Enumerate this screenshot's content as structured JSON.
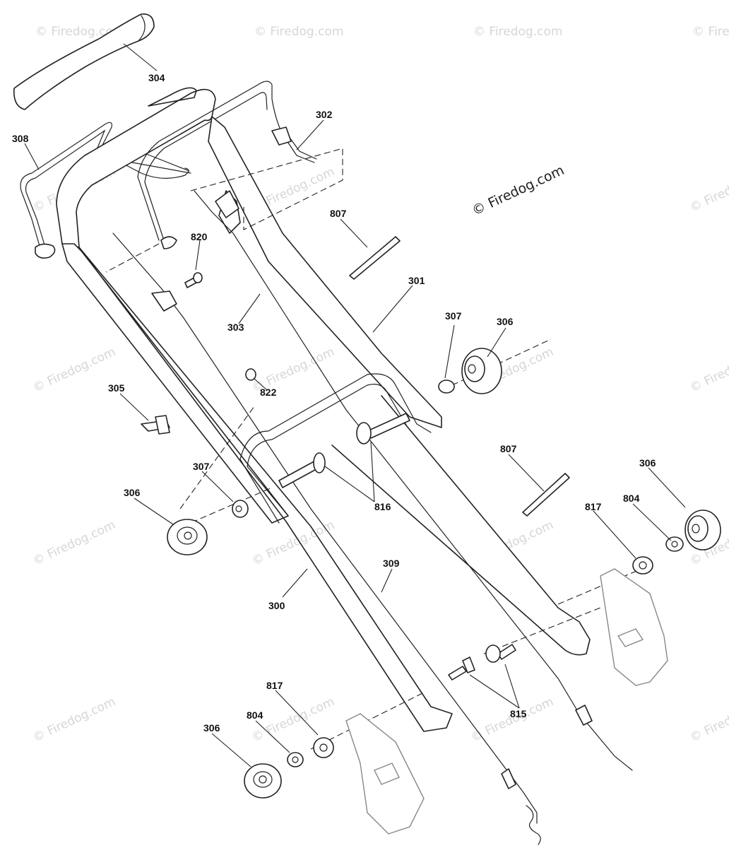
{
  "watermark": {
    "text": "© Firedog.com",
    "color": "#d6d6d6",
    "main_color": "#222222"
  },
  "labels": {
    "l304": "304",
    "l302": "302",
    "l308": "308",
    "l807a": "807",
    "l820": "820",
    "l301": "301",
    "l303": "303",
    "l307a": "307",
    "l306a": "306",
    "l305": "305",
    "l822": "822",
    "l807b": "807",
    "l306b": "306",
    "l307b": "307",
    "l816": "816",
    "l306c": "306",
    "l817a": "817",
    "l804a": "804",
    "l309": "309",
    "l300": "300",
    "l815": "815",
    "l817b": "817",
    "l804b": "804",
    "l306d": "306"
  },
  "icons": [
    "knob-icon",
    "washer-icon",
    "bolt-icon",
    "cable-icon",
    "bracket-icon",
    "spring-icon"
  ]
}
